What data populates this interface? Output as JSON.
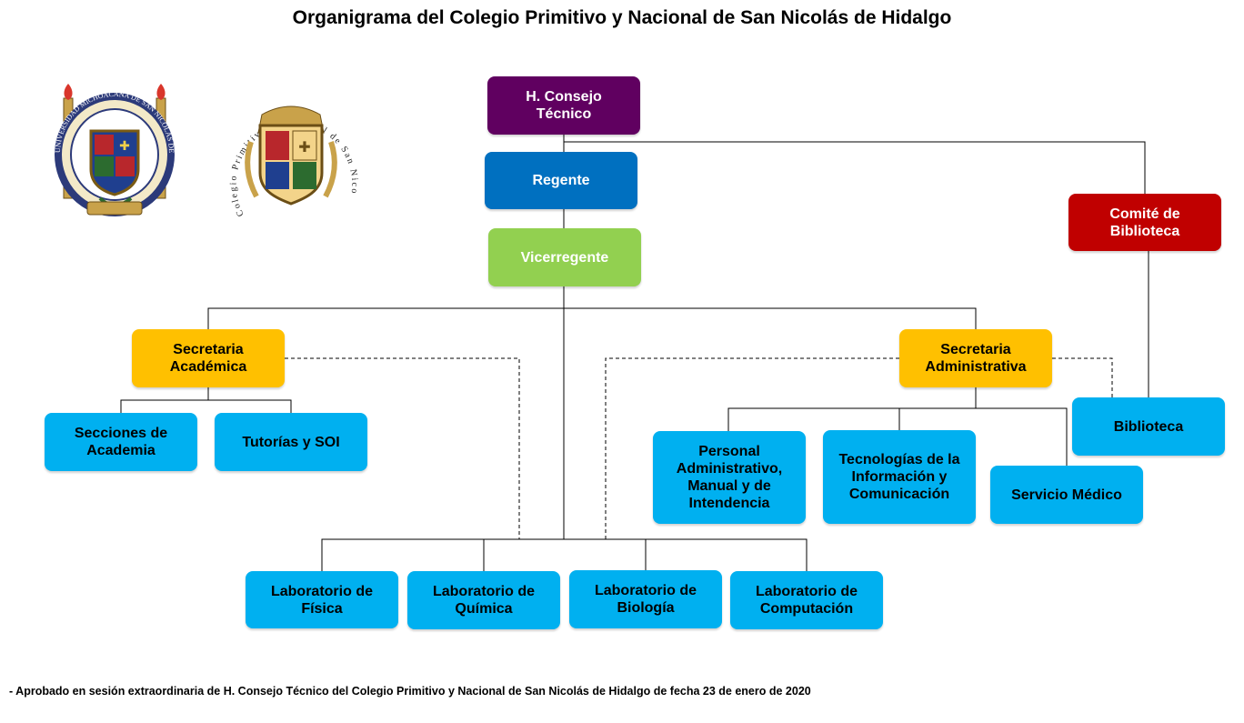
{
  "title": "Organigrama del Colegio Primitivo y Nacional de San Nicolás de Hidalgo",
  "colors": {
    "consejo": "#600060",
    "regente": "#0070c0",
    "vicerregente": "#92d050",
    "comite": "#c00000",
    "secretaria": "#ffc000",
    "unidad": "#00b0f0"
  },
  "logos": {
    "umsnh": {
      "text": "UNIVERSIDAD MICHOACANA DE SAN NICOLAS DE HIDALGO"
    },
    "colegio": {
      "text": "Colegio Primitivo y Nacional de San Nicolás de Hidalgo"
    }
  },
  "nodes": {
    "consejo": "H. Consejo\nTécnico",
    "regente": "Regente",
    "vicerregente": "Vicerregente",
    "comite": "Comité de\nBiblioteca",
    "secretaria_academica": "Secretaria\nAcadémica",
    "secretaria_administrativa": "Secretaria\nAdministrativa",
    "secciones": "Secciones de\nAcademia",
    "tutorias": "Tutorías y SOI",
    "personal": "Personal\nAdministrativo,\nManual y de\nIntendencia",
    "tic": "Tecnologías de la\nInformación y\nComunicación",
    "medico": "Servicio Médico",
    "biblioteca": "Biblioteca",
    "fisica": "Laboratorio de\nFísica",
    "quimica": "Laboratorio de\nQuímica",
    "biologia": "Laboratorio de\nBiología",
    "computacion": "Laboratorio de\nComputación"
  },
  "footnote": "- Aprobado en sesión extraordinaria de H. Consejo Técnico del Colegio Primitivo y Nacional de San Nicolás de Hidalgo de fecha 23 de enero de 2020"
}
